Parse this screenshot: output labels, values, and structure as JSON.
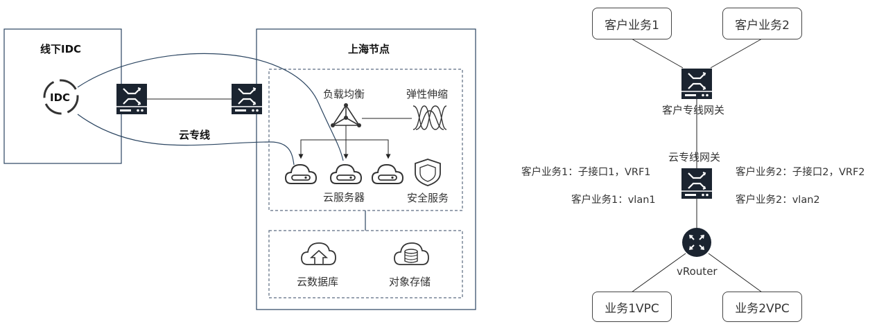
{
  "left": {
    "idc_box_title": "线下IDC",
    "idc_icon_text": "IDC",
    "shanghai_title": "上海节点",
    "link_label": "云专线",
    "load_balance": "负载均衡",
    "elastic_scaling": "弹性伸缩",
    "cloud_server": "云服务器",
    "security_service": "安全服务",
    "cloud_database": "云数据库",
    "object_storage": "对象存储"
  },
  "right": {
    "biz1": "客户业务1",
    "biz2": "客户业务2",
    "customer_gateway": "客户专线网关",
    "cloud_gateway": "云专线网关",
    "sub1": "客户业务1：子接口1，VRF1",
    "sub2": "客户业务2：子接口2，VRF2",
    "vlan1": "客户业务1：vlan1",
    "vlan2": "客户业务2：vlan2",
    "router": "vRouter",
    "vpc1": "业务1VPC",
    "vpc2": "业务2VPC"
  },
  "colors": {
    "line": "#2a4460",
    "device": "#1b2430",
    "dash": "#5a6b80"
  }
}
